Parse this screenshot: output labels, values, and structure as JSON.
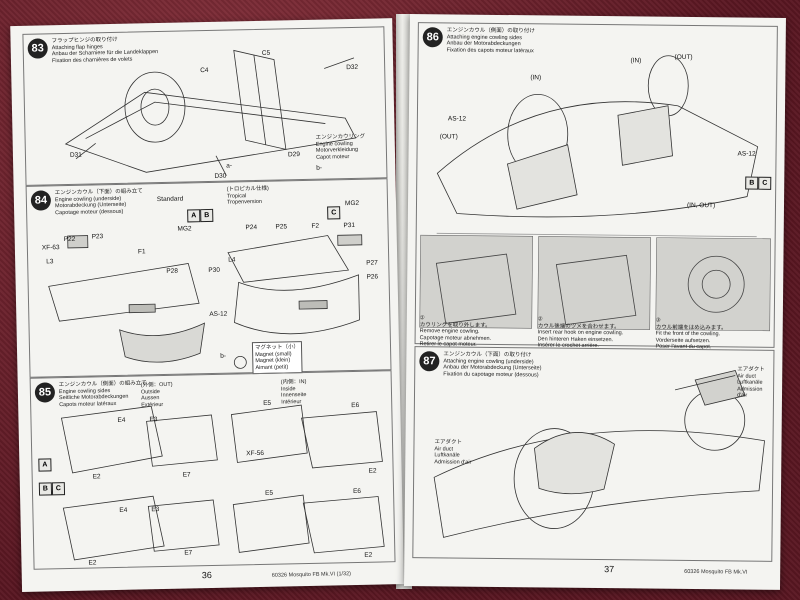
{
  "booklet": {
    "left_page_number": "36",
    "right_page_number": "37",
    "footer_left": "60326 Mosquito FB Mk.VI (1/32)",
    "footer_right": "60326 Mosquito FB Mk.VI"
  },
  "steps": {
    "s83": {
      "number": "83",
      "captions": [
        "フラップヒンジの取り付け",
        "Attaching flap hinges",
        "Anbau der Scharniere für die Landeklappen",
        "Fixation des charnières de volets"
      ],
      "labels": [
        "C4",
        "C5",
        "D32",
        "D31",
        "D29",
        "D30",
        "a-",
        "b-"
      ],
      "sublabels": [
        "エンジンカウリング",
        "Engine cowling",
        "Motorverkleidung",
        "Capot moteur"
      ]
    },
    "s84": {
      "number": "84",
      "captions": [
        "エンジンカウル（下面）の組み立て",
        "Engine cowling (underside)",
        "Motorabdeckung (Unterseite)",
        "Capotage moteur (dessous)"
      ],
      "labels": [
        "MG2",
        "MG2",
        "P22",
        "P23",
        "F1",
        "P28",
        "P30",
        "L3",
        "XF-63",
        "AS-12",
        "P24",
        "P25",
        "F2",
        "P31",
        "P27",
        "P26",
        "L4",
        "b-"
      ],
      "options": [
        "A",
        "B",
        "C"
      ],
      "standard": "Standard",
      "tropical": [
        "(トロピカル仕様)",
        "Tropical",
        "Tropenversion"
      ],
      "magnet": [
        "マグネット（小）",
        "Magnet (small)",
        "Magnet (klein)",
        "Aimant (petit)"
      ]
    },
    "s85": {
      "number": "85",
      "captions": [
        "エンジンカウル（側面）の組み立て",
        "Engine cowling sides",
        "Seitliche Motorabdeckungen",
        "Capots moteur latéraux"
      ],
      "out": [
        "(外側：OUT)",
        "Outside",
        "Aussen",
        "Extérieur"
      ],
      "in": [
        "(内側：IN)",
        "Inside",
        "Innenseite",
        "Intérieur"
      ],
      "labels": [
        "E4",
        "E3",
        "E2",
        "E7",
        "E5",
        "E6",
        "E2",
        "E4",
        "E3",
        "E2",
        "E7",
        "E5",
        "E6",
        "E2",
        "XF-56"
      ],
      "options": [
        "A",
        "B",
        "C"
      ]
    },
    "s86": {
      "number": "86",
      "captions": [
        "エンジンカウル（側面）の取り付け",
        "Attaching engine cowling sides",
        "Anbau der Motorabdeckungen",
        "Fixation des capots moteur latéraux"
      ],
      "labels": [
        "(IN)",
        "(IN)",
        "(OUT)",
        "(OUT)",
        "AS-12",
        "AS-12",
        "(IN, OUT)"
      ],
      "options": [
        "B",
        "C"
      ],
      "notes": [
        [
          "①",
          "カウリングを取り外します。",
          "Remove engine cowling.",
          "Capotage moteur abnehmen.",
          "Retirer le capot moteur."
        ],
        [
          "②",
          "カウル後端のツメを合わせます。",
          "Insert rear hook on engine cowling.",
          "Den hinteren Haken einsetzen.",
          "Insérer le crochet arrière."
        ],
        [
          "③",
          "カウル前端をはめ込みます。",
          "Fit the front of the cowling.",
          "Vorderseite aufsetzen.",
          "Poser l'avant du capot."
        ]
      ]
    },
    "s87": {
      "number": "87",
      "captions": [
        "エンジンカウル（下面）の取り付け",
        "Attaching engine cowling (underside)",
        "Anbau der Motorabdeckung (Unterseite)",
        "Fixation du capotage moteur (dessous)"
      ],
      "airduct_left": [
        "エアダクト",
        "Air duct",
        "Luftkanäle",
        "Admission d'air"
      ],
      "airduct_right": [
        "エアダクト",
        "Air duct",
        "Luftkanäle",
        "Admission d'air"
      ]
    }
  }
}
